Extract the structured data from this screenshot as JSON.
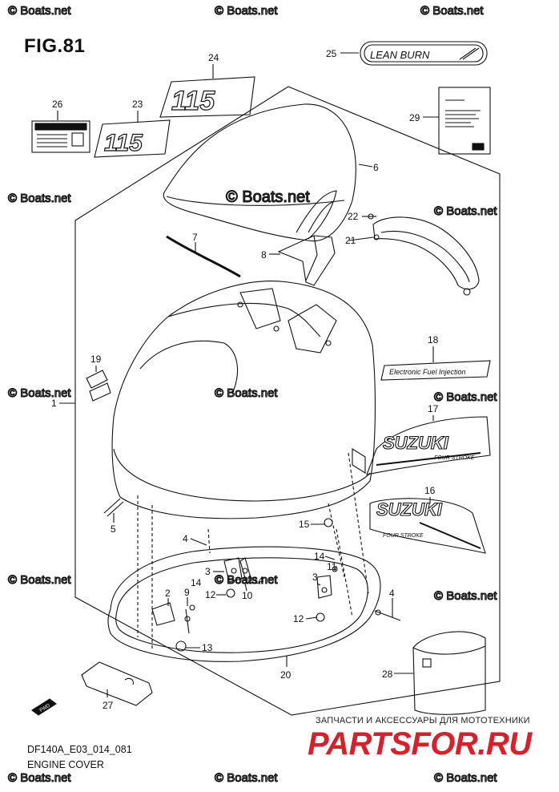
{
  "figure_title": "FIG.81",
  "footer": {
    "code": "DF140A_E03_014_081",
    "name": "ENGINE COVER"
  },
  "watermark_text": "© Boats.net",
  "center_watermark": "© Boats.net",
  "decals": {
    "lean_burn": "LEAN BURN",
    "model_115": "115",
    "efi": "Electronic Fuel Injection",
    "suzuki": "SUZUKI",
    "four_stroke": "FOUR STROKE"
  },
  "shop": {
    "tagline": "ЗАПЧАСТИ И АКСЕССУАРЫ ДЛЯ МОТОТЕХНИКИ",
    "logo": "PARTSFOR.RU"
  },
  "callouts": [
    {
      "id": "c24",
      "label": "24"
    },
    {
      "id": "c25",
      "label": "25"
    },
    {
      "id": "c26",
      "label": "26"
    },
    {
      "id": "c23",
      "label": "23"
    },
    {
      "id": "c29",
      "label": "29"
    },
    {
      "id": "c6",
      "label": "6"
    },
    {
      "id": "c22",
      "label": "22"
    },
    {
      "id": "c21",
      "label": "21"
    },
    {
      "id": "c7",
      "label": "7"
    },
    {
      "id": "c8",
      "label": "8"
    },
    {
      "id": "c18",
      "label": "18"
    },
    {
      "id": "c19",
      "label": "19"
    },
    {
      "id": "c1",
      "label": "1"
    },
    {
      "id": "c17",
      "label": "17"
    },
    {
      "id": "c16",
      "label": "16"
    },
    {
      "id": "c5",
      "label": "5"
    },
    {
      "id": "c15",
      "label": "15"
    },
    {
      "id": "c4a",
      "label": "4"
    },
    {
      "id": "c3a",
      "label": "3"
    },
    {
      "id": "c14a",
      "label": "14"
    },
    {
      "id": "c14b",
      "label": "14"
    },
    {
      "id": "c14c",
      "label": "14"
    },
    {
      "id": "c2",
      "label": "2"
    },
    {
      "id": "c9",
      "label": "9"
    },
    {
      "id": "c12a",
      "label": "12"
    },
    {
      "id": "c10",
      "label": "10"
    },
    {
      "id": "c11",
      "label": "11"
    },
    {
      "id": "c3b",
      "label": "3"
    },
    {
      "id": "c4b",
      "label": "4"
    },
    {
      "id": "c12b",
      "label": "12"
    },
    {
      "id": "c13",
      "label": "13"
    },
    {
      "id": "c20",
      "label": "20"
    },
    {
      "id": "c28",
      "label": "28"
    },
    {
      "id": "c27",
      "label": "27"
    }
  ],
  "fwd_label": "FWD"
}
